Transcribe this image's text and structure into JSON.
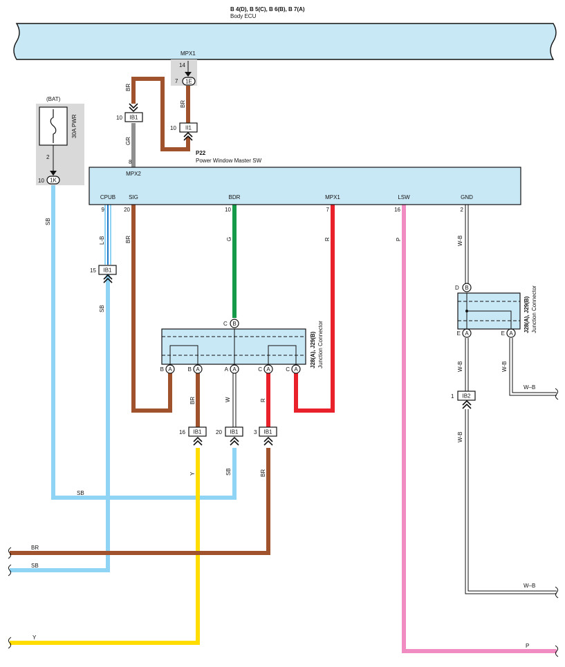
{
  "ecu": {
    "code": "B 4(D), B 5(C), B 6(B), B 7(A)",
    "name": "Body ECU",
    "pin_label": "MPX1",
    "pin_num": "14",
    "conn_num": "7",
    "conn_id": "1E"
  },
  "fuse": {
    "source": "(BAT)",
    "name": "30A PWR",
    "pin_num": "2",
    "conn_num": "10",
    "conn_id": "1K"
  },
  "switch": {
    "code": "P22",
    "name": "Power Window Master SW",
    "mpx2_label": "MPX2",
    "mpx2_pin": "8",
    "terminals": [
      {
        "label": "CPUB",
        "pin": "9"
      },
      {
        "label": "SIG",
        "pin": "20"
      },
      {
        "label": "BDR",
        "pin": "10"
      },
      {
        "label": "MPX1",
        "pin": "7"
      },
      {
        "label": "LSW",
        "pin": "16"
      },
      {
        "label": "GND",
        "pin": "2"
      }
    ]
  },
  "jc_main": {
    "title": "J28(A), J29(B)",
    "sub": "Junction Connector",
    "top_pin": "C",
    "top_id": "B",
    "bottom": [
      {
        "pin": "B",
        "id": "A"
      },
      {
        "pin": "B",
        "id": "A"
      },
      {
        "pin": "A",
        "id": "A"
      },
      {
        "pin": "C",
        "id": "A"
      },
      {
        "pin": "C",
        "id": "A"
      }
    ]
  },
  "jc_right": {
    "title": "J28(A), J29(B)",
    "sub": "Junction Connector",
    "top_pin": "D",
    "top_id": "B",
    "bottom": [
      {
        "pin": "E",
        "id": "A"
      },
      {
        "pin": "E",
        "id": "A"
      }
    ]
  },
  "connectors": {
    "ib1_top": {
      "num": "10",
      "id": "IB1"
    },
    "ii1": {
      "num": "10",
      "id": "II1"
    },
    "ib1_cpub": {
      "num": "15",
      "id": "IB1"
    },
    "ib1_y": {
      "num": "16",
      "id": "IB1"
    },
    "ib1_w": {
      "num": "20",
      "id": "IB1"
    },
    "ib1_r": {
      "num": "3",
      "id": "IB1"
    },
    "ib2": {
      "num": "1",
      "id": "IB2"
    }
  },
  "wires": {
    "br": "BR",
    "gr": "GR",
    "sb": "SB",
    "lb": "L-B",
    "g": "G",
    "r": "R",
    "p": "P",
    "wb": "W-B",
    "wb_dash": "W–B",
    "w": "W",
    "y": "Y"
  },
  "colors": {
    "box_fill": "#c9e8f5",
    "brown": "#a0522d",
    "gray": "#8f8f8f",
    "sky": "#8fd4f5",
    "blue": "#1976c8",
    "green": "#159a4a",
    "red": "#e8212b",
    "pink": "#f08cc2",
    "yellow": "#ffdd00",
    "shade": "#d9d9d9"
  }
}
